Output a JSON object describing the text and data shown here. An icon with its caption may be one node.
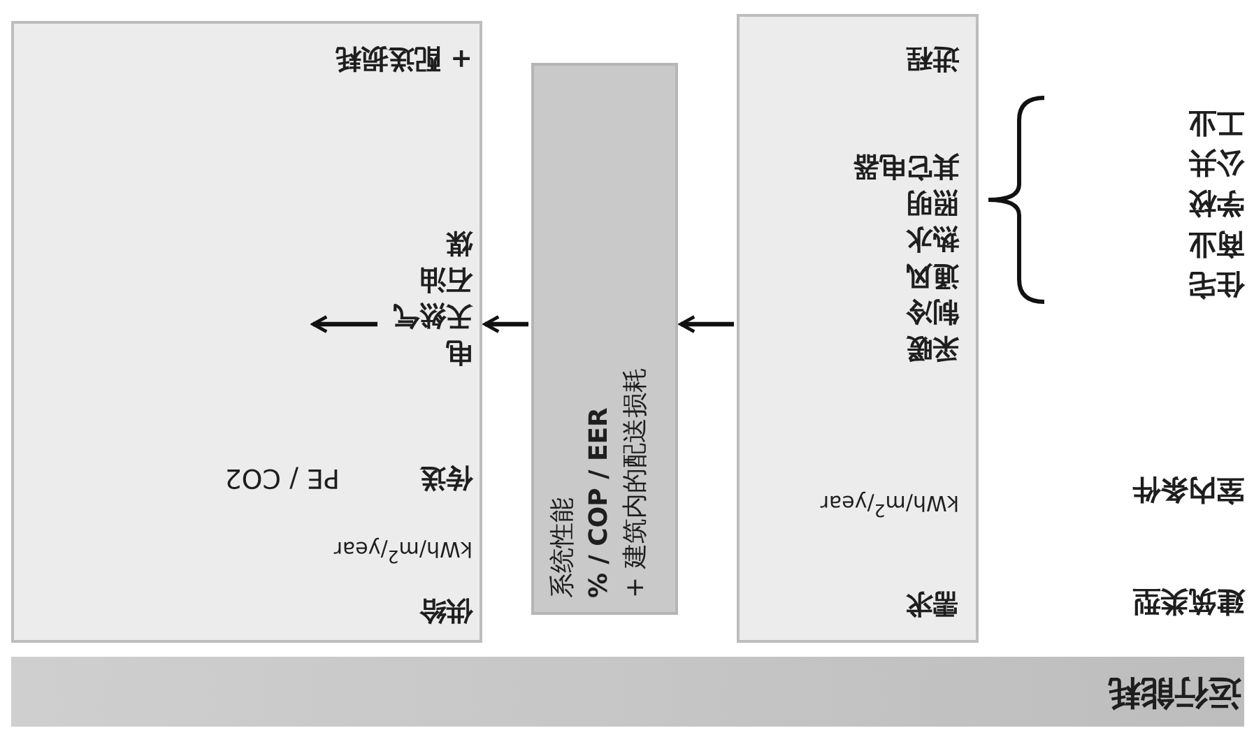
{
  "diagram": {
    "nodes": [
      {
        "text": [
          "运行能耗"
        ]
      },
      {
        "text": [
          "需求",
          "kWh/m$^{2}$/year",
          "采暖",
          "制冷",
          "通风",
          "热水",
          "照明",
          "其它电器",
          "进程"
        ]
      },
      {
        "text": [
          "系统性能",
          "% / COP / EER",
          "+ 建筑内的配送损耗"
        ]
      },
      {
        "text": [
          "供给",
          "kWh/m$^{2}$/year",
          "传送",
          "PE / CO2",
          "+ 配送损耗"
        ]
      },
      {
        "text": [
          "电",
          "天然气",
          "石油",
          "煤"
        ],
        "in": 3
      }
    ],
    "edges": [
      {
        "from": 1,
        "to": 2,
        "arrow": "to"
      },
      {
        "from": 2,
        "to": 3,
        "arrow": "to"
      },
      {
        "from": 4,
        "to": null,
        "arrow": "to"
      }
    ],
    "labels": [
      "建筑类型",
      "室内条件",
      "住宅",
      "商业",
      "学校",
      "公共",
      "工业"
    ]
  }
}
